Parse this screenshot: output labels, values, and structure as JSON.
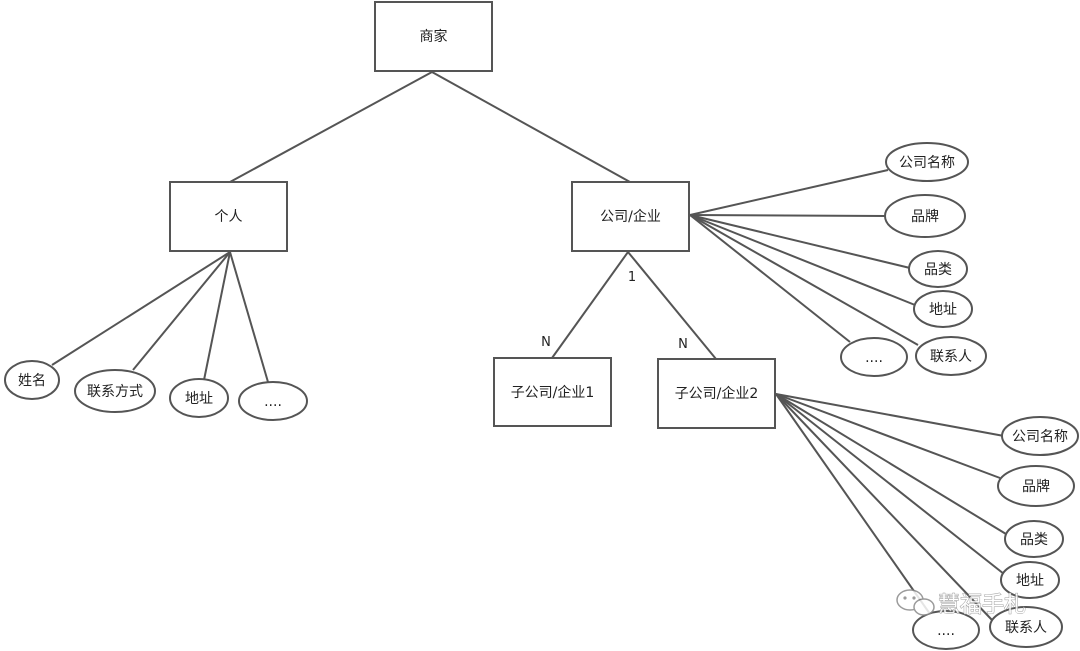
{
  "diagram": {
    "root": "商家",
    "individual": "个人",
    "company": "公司/企业",
    "sub1": "子公司/企业1",
    "sub2": "子公司/企业2",
    "individual_attrs": [
      "姓名",
      "联系方式",
      "地址",
      "...."
    ],
    "company_attrs": [
      "公司名称",
      "品牌",
      "品类",
      "地址",
      "....",
      "联系人"
    ],
    "sub2_attrs": [
      "公司名称",
      "品牌",
      "品类",
      "地址",
      "....",
      "联系人"
    ],
    "cardinality_one": "1",
    "cardinality_n1": "N",
    "cardinality_n2": "N"
  },
  "watermark": {
    "text": "慧福手札"
  }
}
